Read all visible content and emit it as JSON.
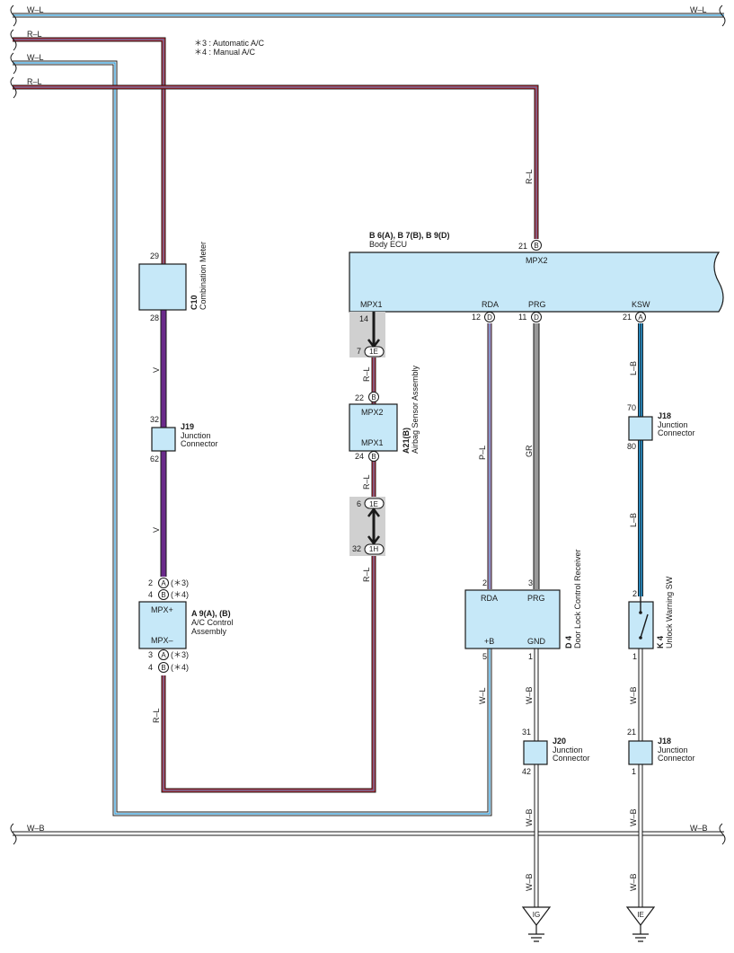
{
  "notes": {
    "line1": "＊3 : Automatic A/C",
    "line2": "＊4 : Manual A/C"
  },
  "wires": {
    "wl": "W–L",
    "rl": "R–L",
    "v": "V",
    "pl": "P–L",
    "gr": "GR",
    "lb": "L–B",
    "wb": "W–B"
  },
  "ecu": {
    "code": "B 6(A), B 7(B), B 9(D)",
    "name": "Body ECU",
    "mpx2": "MPX2",
    "mpx1": "MPX1",
    "rda": "RDA",
    "prg": "PRG",
    "ksw": "KSW",
    "pin_mpx2": "21",
    "pin_mpx1": "14",
    "pin_rda": "12",
    "pin_prg": "11",
    "pin_ksw": "21",
    "conn_b": "B",
    "conn_d": "D",
    "conn_a": "A"
  },
  "meter": {
    "code": "C10",
    "name": "Combination Meter",
    "pin_top": "29",
    "pin_bottom": "28"
  },
  "j19": {
    "code": "J19",
    "name1": "Junction",
    "name2": "Connector",
    "pin_top": "32",
    "pin_bottom": "62"
  },
  "ac": {
    "code": "A 9(A), (B)",
    "name1": "A/C Control",
    "name2": "Assembly",
    "mpx_plus": "MPX+",
    "mpx_minus": "MPX–",
    "pin1": "2",
    "pin2": "4",
    "pin3": "3",
    "pin4": "4",
    "conn_a": "A",
    "conn_b": "B",
    "note3": "(＊3)",
    "note4": "(＊4)"
  },
  "airbag": {
    "code": "A21(B)",
    "name": "Airbag Sensor Assembly",
    "mpx2": "MPX2",
    "mpx1": "MPX1",
    "pin_top": "22",
    "pin_bottom": "24",
    "conn": "B"
  },
  "jc1": {
    "pin_top": "7",
    "conn_top": "1E",
    "pin_a": "6",
    "conn_a": "1E",
    "pin_b": "32",
    "conn_b": "1H"
  },
  "door": {
    "code": "D 4",
    "name": "Door Lock Control Receiver",
    "rda": "RDA",
    "prg": "PRG",
    "b": "+B",
    "gnd": "GND",
    "pin_rda": "2",
    "pin_prg": "3",
    "pin_b": "5",
    "pin_gnd": "1"
  },
  "j18a": {
    "code": "J18",
    "name1": "Junction",
    "name2": "Connector",
    "pin_top": "70",
    "pin_bottom": "80"
  },
  "k4": {
    "code": "K 4",
    "name": "Unlock Warning SW",
    "pin_top": "2",
    "pin_bottom": "1"
  },
  "j20": {
    "code": "J20",
    "name1": "Junction",
    "name2": "Connector",
    "pin_top": "31",
    "pin_bottom": "42"
  },
  "j18b": {
    "code": "J18",
    "name1": "Junction",
    "name2": "Connector",
    "pin_top": "21",
    "pin_bottom": "1"
  },
  "grounds": {
    "ig": "IG",
    "ie": "IE"
  },
  "colors": {
    "box_fill": "#c6e8f8",
    "red": "#e0202a",
    "blue": "#2a9ad8",
    "violet": "#6a2a8a",
    "pink": "#e090c0",
    "gray": "#999999"
  }
}
